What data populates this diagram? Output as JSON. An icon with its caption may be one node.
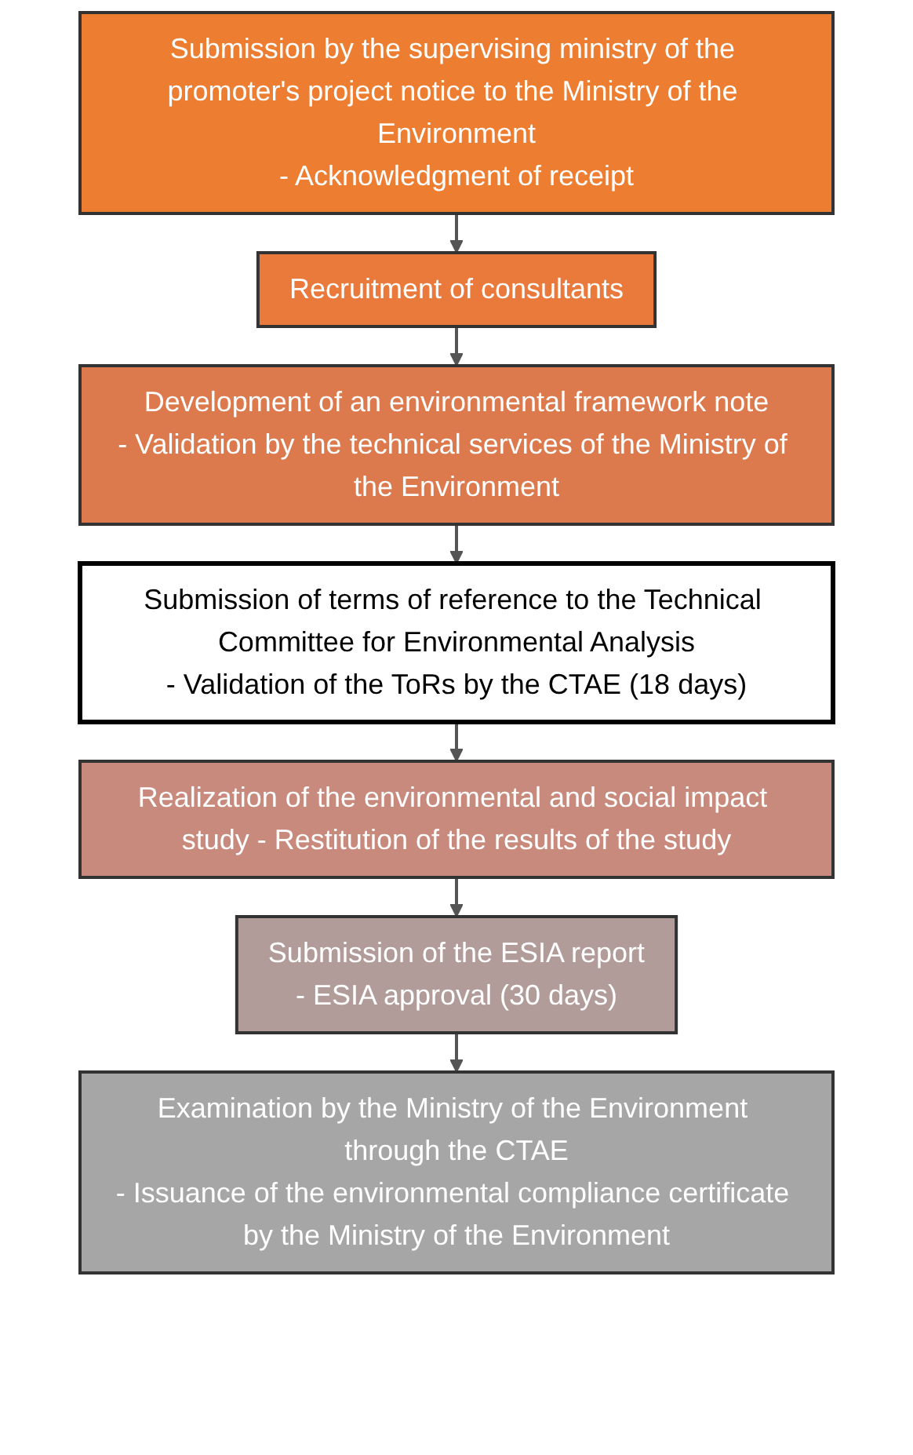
{
  "diagram": {
    "nodes": [
      {
        "text": [
          "Submission by the supervising ministry of the promoter's project notice to the Ministry of the Environment",
          "- Acknowledgment of receipt"
        ]
      },
      {
        "text": [
          "Recruitment of consultants"
        ]
      },
      {
        "text": [
          "Development of an environmental framework note",
          "- Validation by the technical services of the Ministry of the Environment"
        ]
      },
      {
        "text": [
          "Submission of terms of reference to the Technical Committee for Environmental Analysis",
          "- Validation of the ToRs by the CTAE (18 days)"
        ]
      },
      {
        "text": [
          "Realization of the environmental and social impact study - Restitution of the results of the study"
        ]
      },
      {
        "text": [
          "Submission of the ESIA report",
          "- ESIA approval (30 days)"
        ]
      },
      {
        "text": [
          "Examination by the Ministry of the Environment through the CTAE",
          "- Issuance of the environmental compliance certificate by the Ministry of the Environment"
        ]
      }
    ],
    "edges": [
      {
        "from": 0,
        "to": 1,
        "arrow": "to"
      },
      {
        "from": 1,
        "to": 2,
        "arrow": "to"
      },
      {
        "from": 2,
        "to": 3,
        "arrow": "to"
      },
      {
        "from": 3,
        "to": 4,
        "arrow": "to"
      },
      {
        "from": 4,
        "to": 5,
        "arrow": "to"
      },
      {
        "from": 5,
        "to": 6,
        "arrow": "to"
      }
    ]
  }
}
